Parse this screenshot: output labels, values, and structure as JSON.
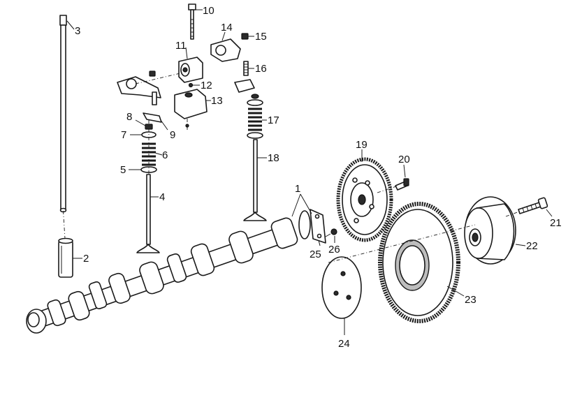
{
  "callouts": [
    {
      "id": "1",
      "part": "camshaft"
    },
    {
      "id": "2",
      "part": "tappet"
    },
    {
      "id": "3",
      "part": "push-rod"
    },
    {
      "id": "4",
      "part": "valve-left"
    },
    {
      "id": "5",
      "part": "spring-seat-left"
    },
    {
      "id": "6",
      "part": "valve-spring-left"
    },
    {
      "id": "7",
      "part": "spring-retainer-left"
    },
    {
      "id": "8",
      "part": "valve-cotter-left"
    },
    {
      "id": "9",
      "part": "valve-cap-left"
    },
    {
      "id": "10",
      "part": "rocker-shaft-bolt"
    },
    {
      "id": "11",
      "part": "rocker-shaft"
    },
    {
      "id": "12",
      "part": "shaft-pin"
    },
    {
      "id": "13",
      "part": "rocker-support"
    },
    {
      "id": "14",
      "part": "rocker-arm-right"
    },
    {
      "id": "15",
      "part": "adjuster-nut"
    },
    {
      "id": "16",
      "part": "adjuster-screw"
    },
    {
      "id": "17",
      "part": "valve-spring-right"
    },
    {
      "id": "18",
      "part": "valve-right"
    },
    {
      "id": "19",
      "part": "idler-gear"
    },
    {
      "id": "20",
      "part": "gear-bolt"
    },
    {
      "id": "21",
      "part": "hub-bolt"
    },
    {
      "id": "22",
      "part": "gear-hub"
    },
    {
      "id": "23",
      "part": "camshaft-gear"
    },
    {
      "id": "24",
      "part": "thrust-plate"
    },
    {
      "id": "25",
      "part": "thrust-flange"
    },
    {
      "id": "26",
      "part": "flange-screw"
    }
  ]
}
